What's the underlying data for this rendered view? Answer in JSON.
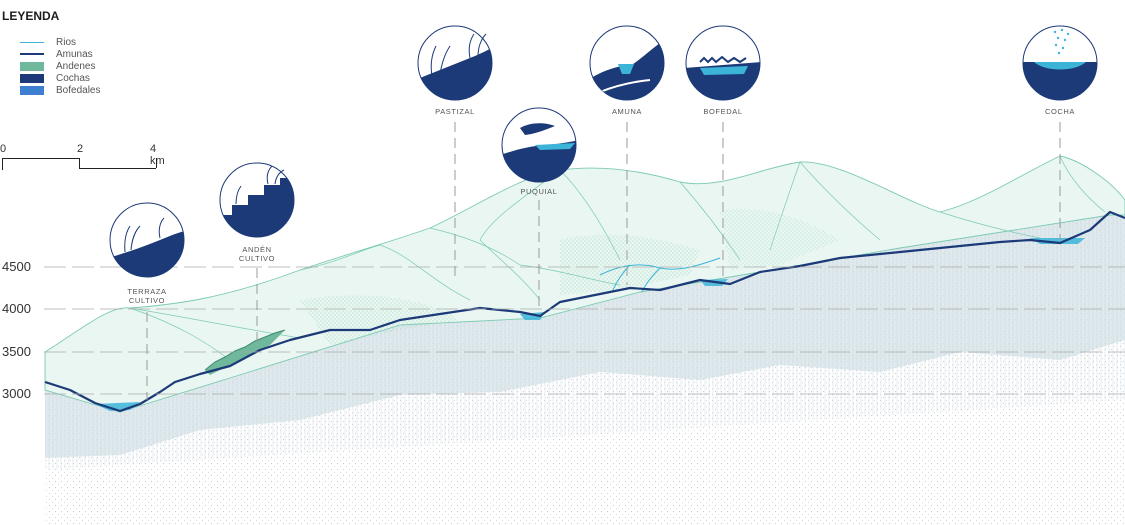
{
  "legend": {
    "title": "LEYENDA",
    "items": [
      {
        "label": "Rios",
        "symbol": "line-thin",
        "color": "#3bb4d8"
      },
      {
        "label": "Amunas",
        "symbol": "line-thick",
        "color": "#1c3a78"
      },
      {
        "label": "Andenes",
        "symbol": "box",
        "color": "#6fb89c"
      },
      {
        "label": "Cochas",
        "symbol": "box",
        "color": "#1c3a78"
      },
      {
        "label": "Bofedales",
        "symbol": "box",
        "color": "#3e7fcf"
      }
    ]
  },
  "scale": {
    "labels": [
      "0",
      "2",
      "4 km"
    ]
  },
  "elevation_axis": {
    "ticks": [
      "4500",
      "4000",
      "3500",
      "3000"
    ]
  },
  "sites": {
    "terraza": {
      "line1": "TERRAZA",
      "line2": "CULTIVO",
      "icon": "grass-terrace-icon"
    },
    "anden": {
      "line1": "ANDÉN",
      "line2": "CULTIVO",
      "icon": "stepped-terrace-icon"
    },
    "pastizal": {
      "line1": "PASTIZAL",
      "icon": "grassland-icon"
    },
    "puquial": {
      "line1": "PUQUIAL",
      "icon": "spring-icon"
    },
    "amuna": {
      "line1": "AMUNA",
      "icon": "infiltration-channel-icon"
    },
    "bofedal": {
      "line1": "BOFEDAL",
      "icon": "wetland-icon"
    },
    "cocha": {
      "line1": "COCHA",
      "icon": "lagoon-icon"
    }
  },
  "colors": {
    "navy": "#1c3a78",
    "water": "#3bb4d8",
    "andenes": "#6fb89c",
    "mountain_stroke": "#7ccab4",
    "mountain_fill": "#e9f6f1",
    "subsurface": "#d5e3e8",
    "dashed_line": "#aaaaaa"
  }
}
